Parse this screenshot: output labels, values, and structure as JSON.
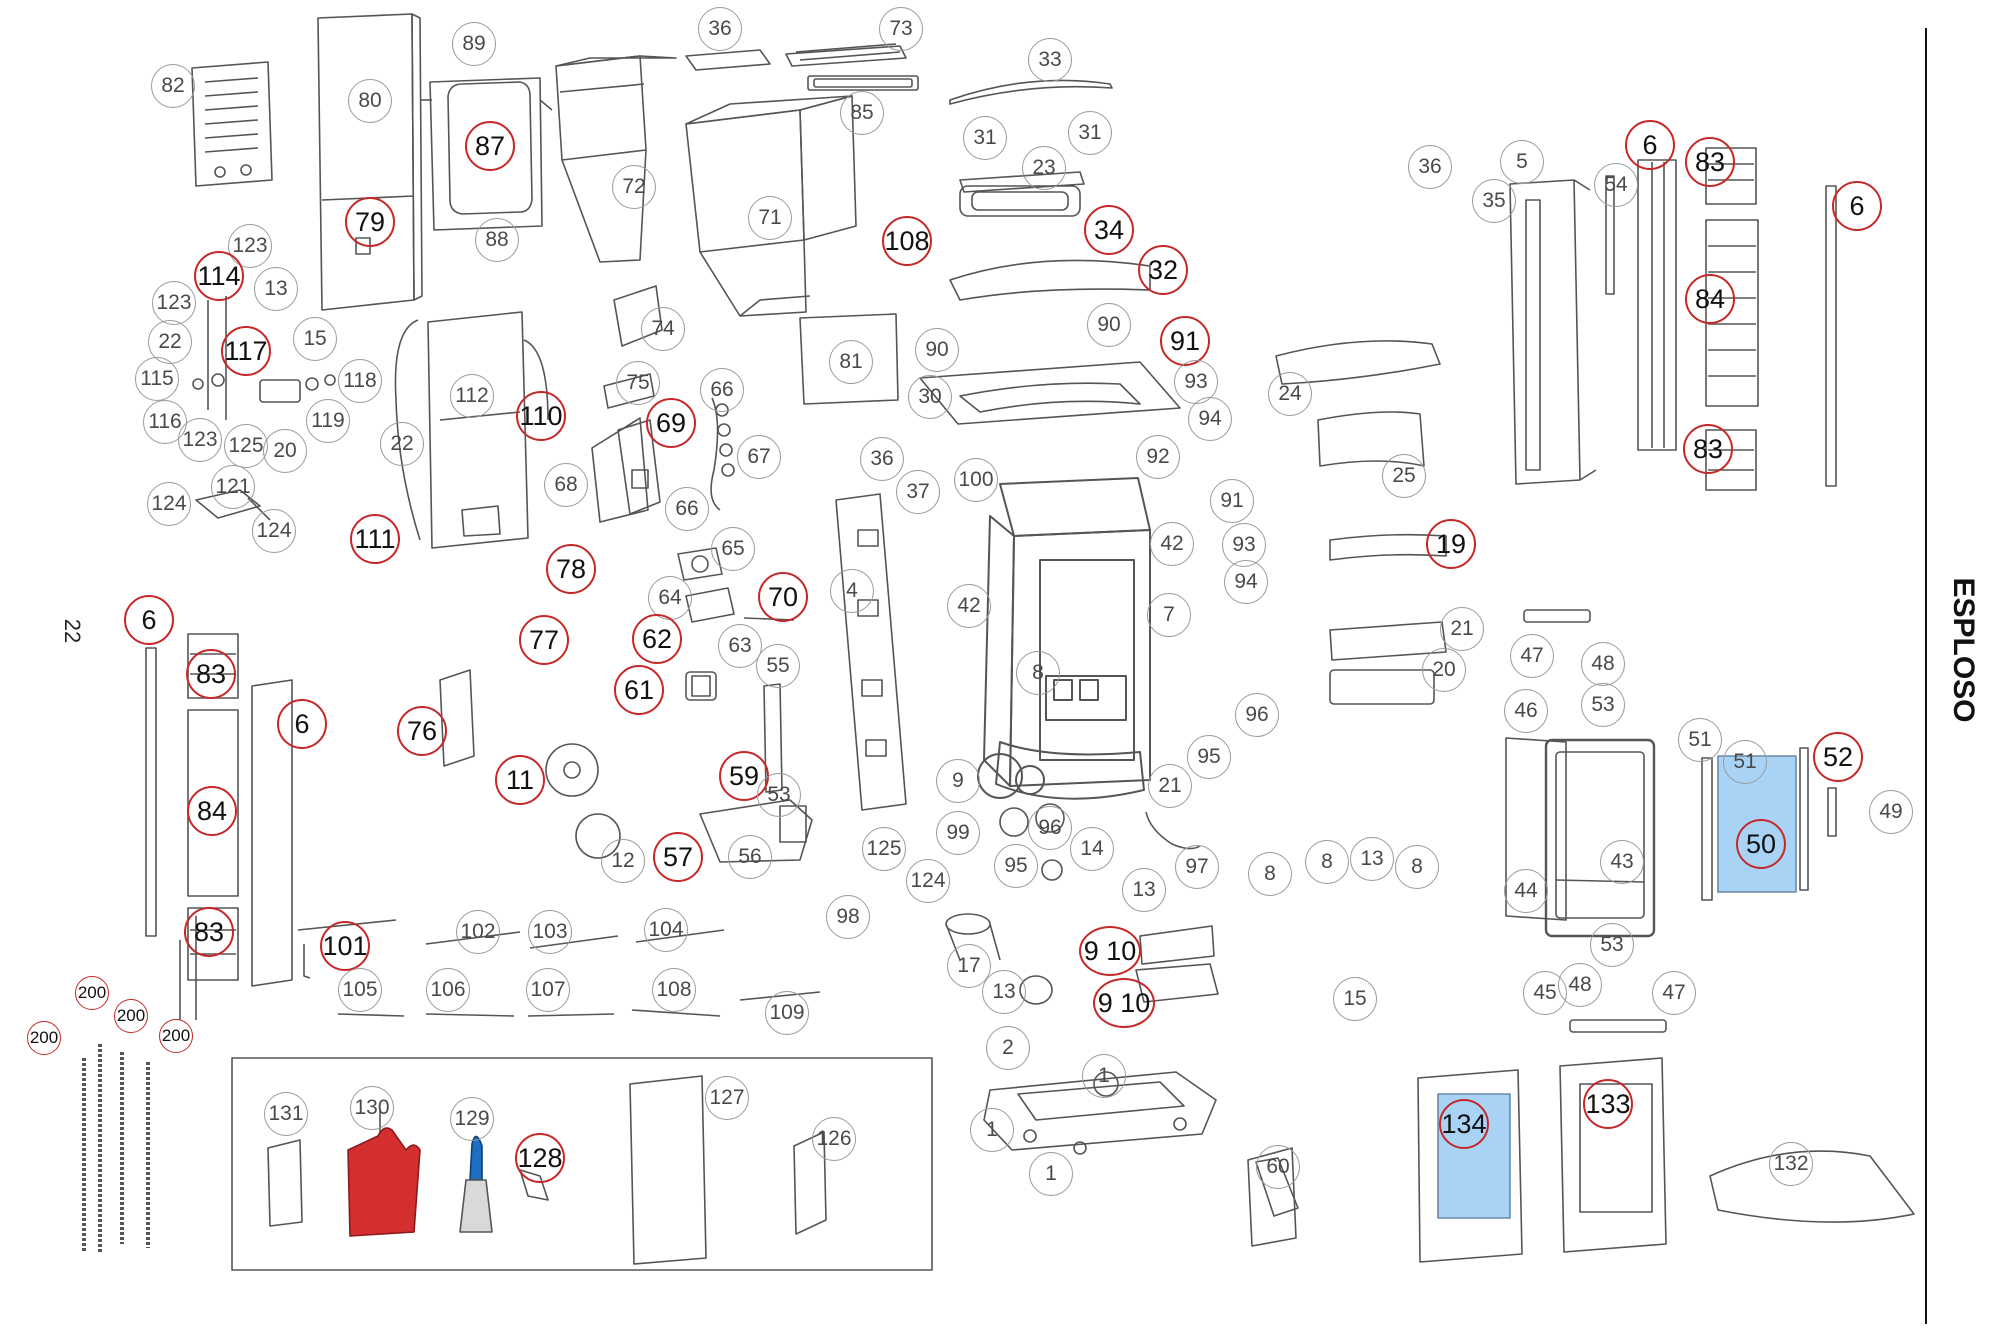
{
  "page": {
    "number": "22",
    "side_title": "ESPLOSO"
  },
  "callouts": [
    {
      "t": "82",
      "v": "g"
    },
    {
      "t": "80",
      "v": "g"
    },
    {
      "t": "89",
      "v": "g"
    },
    {
      "t": "87",
      "v": "r"
    },
    {
      "t": "88",
      "v": "g"
    },
    {
      "t": "79",
      "v": "r"
    },
    {
      "t": "72",
      "v": "g"
    },
    {
      "t": "71",
      "v": "g"
    },
    {
      "t": "36",
      "v": "g"
    },
    {
      "t": "73",
      "v": "g"
    },
    {
      "t": "85",
      "v": "g"
    },
    {
      "t": "33",
      "v": "g"
    },
    {
      "t": "31",
      "v": "g"
    },
    {
      "t": "31",
      "v": "g"
    },
    {
      "t": "23",
      "v": "g"
    },
    {
      "t": "108",
      "v": "r"
    },
    {
      "t": "34",
      "v": "r"
    },
    {
      "t": "32",
      "v": "r"
    },
    {
      "t": "90",
      "v": "g"
    },
    {
      "t": "90",
      "v": "g"
    },
    {
      "t": "91",
      "v": "r"
    },
    {
      "t": "93",
      "v": "g"
    },
    {
      "t": "94",
      "v": "g"
    },
    {
      "t": "30",
      "v": "g"
    },
    {
      "t": "92",
      "v": "g"
    },
    {
      "t": "123",
      "v": "g"
    },
    {
      "t": "114",
      "v": "r"
    },
    {
      "t": "13",
      "v": "g"
    },
    {
      "t": "123",
      "v": "g"
    },
    {
      "t": "22",
      "v": "g"
    },
    {
      "t": "117",
      "v": "r"
    },
    {
      "t": "15",
      "v": "g"
    },
    {
      "t": "115",
      "v": "g"
    },
    {
      "t": "118",
      "v": "g"
    },
    {
      "t": "116",
      "v": "g"
    },
    {
      "t": "119",
      "v": "g"
    },
    {
      "t": "123",
      "v": "g"
    },
    {
      "t": "125",
      "v": "g"
    },
    {
      "t": "20",
      "v": "g"
    },
    {
      "t": "121",
      "v": "g"
    },
    {
      "t": "124",
      "v": "g"
    },
    {
      "t": "124",
      "v": "g"
    },
    {
      "t": "112",
      "v": "g"
    },
    {
      "t": "110",
      "v": "r"
    },
    {
      "t": "22",
      "v": "g"
    },
    {
      "t": "111",
      "v": "r"
    },
    {
      "t": "74",
      "v": "g"
    },
    {
      "t": "75",
      "v": "g"
    },
    {
      "t": "69",
      "v": "r"
    },
    {
      "t": "66",
      "v": "g"
    },
    {
      "t": "67",
      "v": "g"
    },
    {
      "t": "68",
      "v": "g"
    },
    {
      "t": "66",
      "v": "g"
    },
    {
      "t": "81",
      "v": "g"
    },
    {
      "t": "36",
      "v": "g"
    },
    {
      "t": "37",
      "v": "g"
    },
    {
      "t": "100",
      "v": "g"
    },
    {
      "t": "65",
      "v": "g"
    },
    {
      "t": "78",
      "v": "r"
    },
    {
      "t": "64",
      "v": "g"
    },
    {
      "t": "70",
      "v": "r"
    },
    {
      "t": "77",
      "v": "r"
    },
    {
      "t": "62",
      "v": "r"
    },
    {
      "t": "63",
      "v": "g"
    },
    {
      "t": "61",
      "v": "r"
    },
    {
      "t": "55",
      "v": "g"
    },
    {
      "t": "4",
      "v": "g"
    },
    {
      "t": "42",
      "v": "g"
    },
    {
      "t": "42",
      "v": "g"
    },
    {
      "t": "7",
      "v": "g"
    },
    {
      "t": "8",
      "v": "g"
    },
    {
      "t": "91",
      "v": "g"
    },
    {
      "t": "93",
      "v": "g"
    },
    {
      "t": "94",
      "v": "g"
    },
    {
      "t": "96",
      "v": "g"
    },
    {
      "t": "95",
      "v": "g"
    },
    {
      "t": "21",
      "v": "g"
    },
    {
      "t": "76",
      "v": "r"
    },
    {
      "t": "11",
      "v": "r"
    },
    {
      "t": "59",
      "v": "r"
    },
    {
      "t": "53",
      "v": "g"
    },
    {
      "t": "12",
      "v": "g"
    },
    {
      "t": "57",
      "v": "r"
    },
    {
      "t": "56",
      "v": "g"
    },
    {
      "t": "9",
      "v": "g"
    },
    {
      "t": "99",
      "v": "g"
    },
    {
      "t": "96",
      "v": "g"
    },
    {
      "t": "95",
      "v": "g"
    },
    {
      "t": "14",
      "v": "g"
    },
    {
      "t": "13",
      "v": "g"
    },
    {
      "t": "97",
      "v": "g"
    },
    {
      "t": "125",
      "v": "g"
    },
    {
      "t": "124",
      "v": "g"
    },
    {
      "t": "98",
      "v": "g"
    },
    {
      "t": "17",
      "v": "g"
    },
    {
      "t": "13",
      "v": "g"
    },
    {
      "t": "9 10",
      "v": "r"
    },
    {
      "t": "9 10",
      "v": "r"
    },
    {
      "t": "2",
      "v": "g"
    },
    {
      "t": "1",
      "v": "g"
    },
    {
      "t": "1",
      "v": "g"
    },
    {
      "t": "1",
      "v": "g"
    },
    {
      "t": "60",
      "v": "g"
    },
    {
      "t": "36",
      "v": "g"
    },
    {
      "t": "35",
      "v": "g"
    },
    {
      "t": "5",
      "v": "g"
    },
    {
      "t": "6",
      "v": "r"
    },
    {
      "t": "54",
      "v": "g"
    },
    {
      "t": "83",
      "v": "r"
    },
    {
      "t": "6",
      "v": "r"
    },
    {
      "t": "84",
      "v": "r"
    },
    {
      "t": "83",
      "v": "r"
    },
    {
      "t": "24",
      "v": "g"
    },
    {
      "t": "25",
      "v": "g"
    },
    {
      "t": "19",
      "v": "r"
    },
    {
      "t": "21",
      "v": "g"
    },
    {
      "t": "20",
      "v": "g"
    },
    {
      "t": "47",
      "v": "g"
    },
    {
      "t": "48",
      "v": "g"
    },
    {
      "t": "46",
      "v": "g"
    },
    {
      "t": "53",
      "v": "g"
    },
    {
      "t": "51",
      "v": "g"
    },
    {
      "t": "51",
      "v": "g"
    },
    {
      "t": "52",
      "v": "r"
    },
    {
      "t": "49",
      "v": "g"
    },
    {
      "t": "50",
      "v": "r"
    },
    {
      "t": "43",
      "v": "g"
    },
    {
      "t": "44",
      "v": "g"
    },
    {
      "t": "53",
      "v": "g"
    },
    {
      "t": "45",
      "v": "g"
    },
    {
      "t": "48",
      "v": "g"
    },
    {
      "t": "47",
      "v": "g"
    },
    {
      "t": "8",
      "v": "g"
    },
    {
      "t": "8",
      "v": "g"
    },
    {
      "t": "13",
      "v": "g"
    },
    {
      "t": "8",
      "v": "g"
    },
    {
      "t": "15",
      "v": "g"
    },
    {
      "t": "6",
      "v": "r"
    },
    {
      "t": "83",
      "v": "r"
    },
    {
      "t": "6",
      "v": "r"
    },
    {
      "t": "84",
      "v": "r"
    },
    {
      "t": "83",
      "v": "r"
    },
    {
      "t": "101",
      "v": "r"
    },
    {
      "t": "102",
      "v": "g"
    },
    {
      "t": "103",
      "v": "g"
    },
    {
      "t": "104",
      "v": "g"
    },
    {
      "t": "105",
      "v": "g"
    },
    {
      "t": "106",
      "v": "g"
    },
    {
      "t": "107",
      "v": "g"
    },
    {
      "t": "108",
      "v": "g"
    },
    {
      "t": "109",
      "v": "g"
    },
    {
      "t": "200",
      "v": "s"
    },
    {
      "t": "200",
      "v": "s"
    },
    {
      "t": "200",
      "v": "s"
    },
    {
      "t": "200",
      "v": "s"
    },
    {
      "t": "131",
      "v": "g"
    },
    {
      "t": "130",
      "v": "g"
    },
    {
      "t": "129",
      "v": "g"
    },
    {
      "t": "128",
      "v": "r"
    },
    {
      "t": "127",
      "v": "g"
    },
    {
      "t": "126",
      "v": "g"
    },
    {
      "t": "134",
      "v": "r"
    },
    {
      "t": "133",
      "v": "r"
    },
    {
      "t": "132",
      "v": "g"
    }
  ],
  "colors": {
    "outline": "#555555",
    "callout_red": "#c62828",
    "glass": "#a9d3f5",
    "glove": "#d32f2f",
    "handle": "#1e6fc2"
  }
}
